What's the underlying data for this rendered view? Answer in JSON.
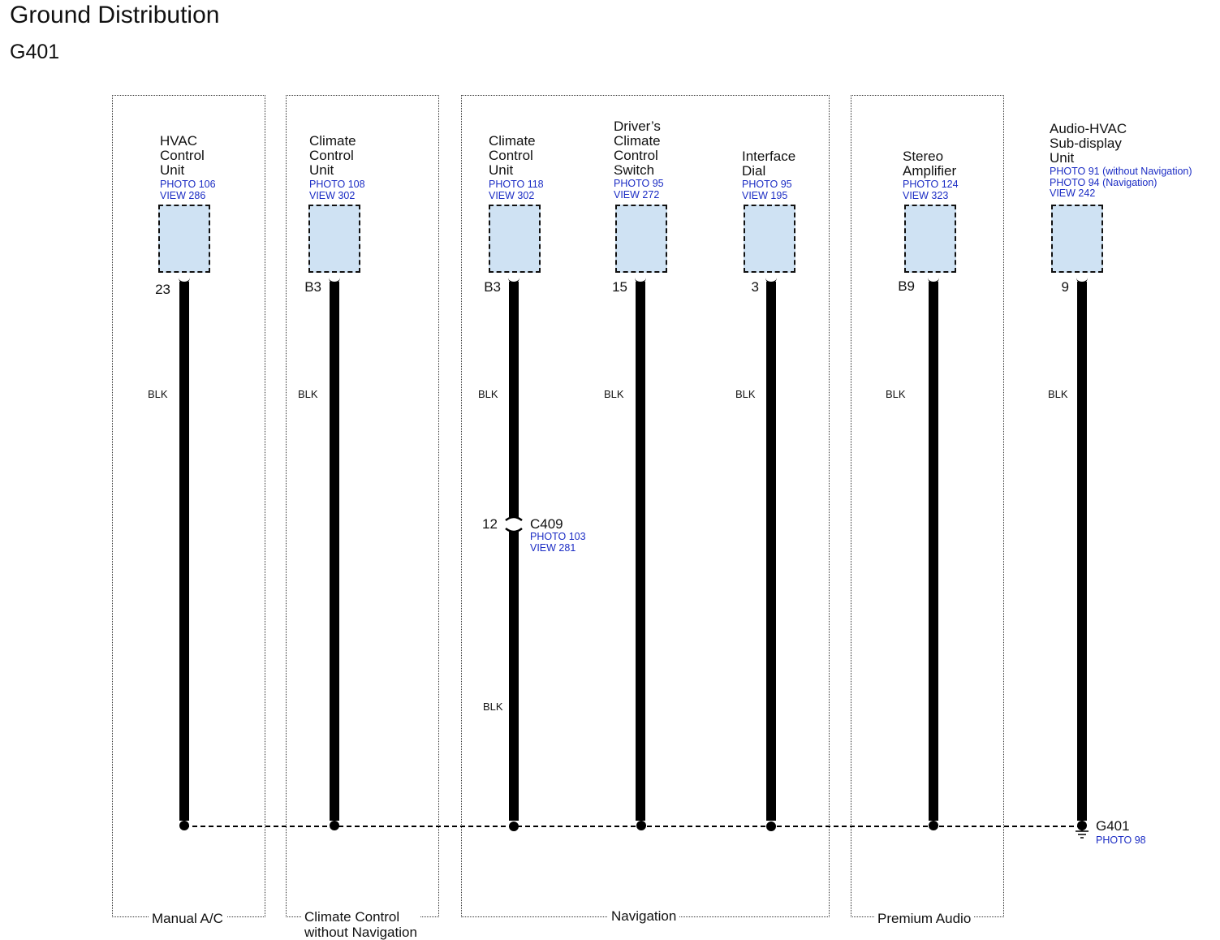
{
  "title": "Ground Distribution",
  "subtitle": "G401",
  "groups": [
    {
      "label": "Manual A/C"
    },
    {
      "label": "Climate Control\nwithout Navigation"
    },
    {
      "label": "Navigation"
    },
    {
      "label": "Premium Audio"
    }
  ],
  "components": [
    {
      "name": "HVAC\nControl\nUnit",
      "refs": "PHOTO 106\nVIEW 286",
      "pin": "23",
      "wire": "BLK"
    },
    {
      "name": "Climate\nControl\nUnit",
      "refs": "PHOTO 108\nVIEW 302",
      "pin": "B3",
      "wire": "BLK"
    },
    {
      "name": "Climate\nControl\nUnit",
      "refs": "PHOTO 118\nVIEW 302",
      "pin": "B3",
      "wire": "BLK",
      "wire_lower": "BLK"
    },
    {
      "name": "Driver’s\nClimate\nControl\nSwitch",
      "refs": "PHOTO 95\nVIEW 272",
      "pin": "15",
      "wire": "BLK"
    },
    {
      "name": "Interface\nDial",
      "refs": "PHOTO 95\nVIEW 195",
      "pin": "3",
      "wire": "BLK"
    },
    {
      "name": "Stereo\nAmplifier",
      "refs": "PHOTO 124\nVIEW 323",
      "pin": "B9",
      "wire": "BLK"
    },
    {
      "name": "Audio-HVAC\nSub-display\nUnit",
      "refs": "PHOTO 91 (without Navigation)\nPHOTO 94 (Navigation)\nVIEW 242",
      "pin": "9",
      "wire": "BLK"
    }
  ],
  "connector": {
    "pin": "12",
    "name": "C409",
    "refs": "PHOTO 103\nVIEW 281"
  },
  "ground": {
    "name": "G401",
    "ref": "PHOTO 98"
  },
  "colors": {
    "box_fill": "#cfe2f3",
    "ref_text": "#1b2cc4",
    "wire": "#000000"
  }
}
